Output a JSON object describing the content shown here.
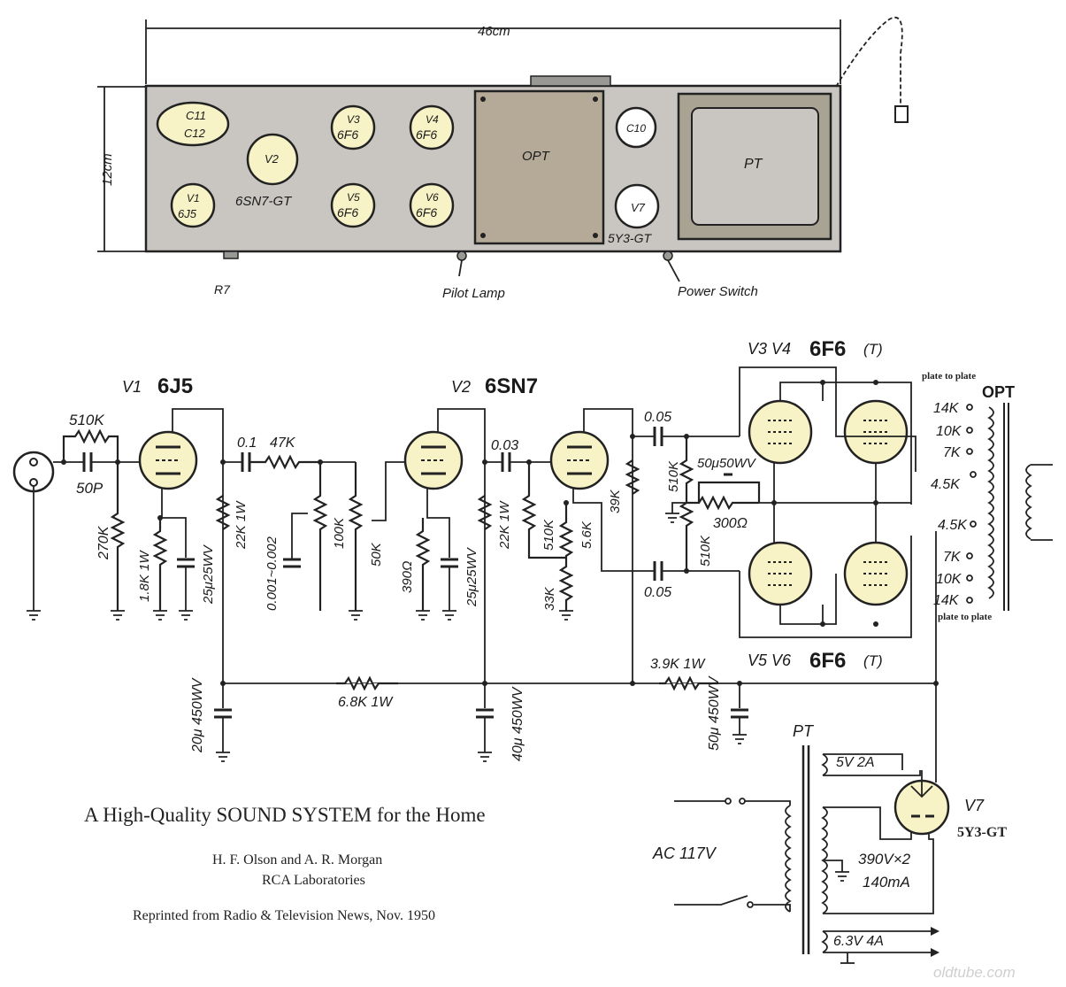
{
  "chassis": {
    "width_label": "46cm",
    "height_label": "12cm",
    "cap_top": "C11",
    "cap_bottom": "C12",
    "v1": {
      "name": "V1",
      "type": "6J5"
    },
    "v2": {
      "name": "V2",
      "type": "6SN7-GT"
    },
    "v3": {
      "name": "V3",
      "type": "6F6"
    },
    "v4": {
      "name": "V4",
      "type": "6F6"
    },
    "v5": {
      "name": "V5",
      "type": "6F6"
    },
    "v6": {
      "name": "V6",
      "type": "6F6"
    },
    "opt": "OPT",
    "c10": "C10",
    "v7": {
      "name": "V7",
      "type": "5Y3-GT"
    },
    "pt": "PT",
    "r7": "R7",
    "pilot_lamp": "Pilot Lamp",
    "power_switch": "Power Switch"
  },
  "schematic": {
    "v1_label": "V1",
    "v1_type": "6J5",
    "v2_label": "V2",
    "v2_type": "6SN7",
    "v34_label": "V3 V4",
    "v34_type": "6F6",
    "v56_label": "V5 V6",
    "v56_type": "6F6",
    "triode_note": "(T)",
    "r_510k_in": "510K",
    "c_50p": "50P",
    "r_270k": "270K",
    "r_18k": "1.8K 1W",
    "c_25u_a": "25μ25WV",
    "r_22k_a": "22K 1W",
    "c_01": "0.1",
    "r_47k": "47K",
    "c_0001": "0.001~0.002",
    "r_100k": "100K",
    "r_50k": "50K",
    "r_390": "390Ω",
    "c_25u_b": "25μ25WV",
    "r_22k_b": "22K 1W",
    "c_003": "0.03",
    "r_510k_b": "510K",
    "r_56k": "5.6K",
    "r_33k": "33K",
    "r_39k": "39K",
    "c_005_top": "0.05",
    "c_005_bot": "0.05",
    "r_510k_c": "510K",
    "r_510k_d": "510K",
    "c_50u": "50μ50WV",
    "r_300": "300Ω",
    "r_68k": "6.8K 1W",
    "r_39k_1w": "3.9K 1W",
    "c_20u": "20μ 450WV",
    "c_40u": "40μ 450WV",
    "c_50u_450": "50μ 450WV",
    "opt_label": "OPT",
    "plate_to_plate_top": "plate to plate",
    "plate_to_plate_bottom": "plate to plate",
    "taps_top": [
      "14K",
      "10K",
      "7K",
      "4.5K"
    ],
    "taps_bottom": [
      "4.5K",
      "7K",
      "10K",
      "14K"
    ],
    "pt_label": "PT",
    "pt_5v": "5V 2A",
    "pt_hv": "390V×2",
    "pt_ma": "140mA",
    "pt_63": "6.3V 4A",
    "ac_label": "AC 117V",
    "v7_label": "V7",
    "v7_type": "5Y3-GT"
  },
  "caption": {
    "title": "A High-Quality SOUND SYSTEM for the Home",
    "authors": "H. F. Olson and A. R. Morgan",
    "org": "RCA Laboratories",
    "reprint": "Reprinted from Radio & Television News, Nov. 1950"
  },
  "watermark": "oldtube.com"
}
